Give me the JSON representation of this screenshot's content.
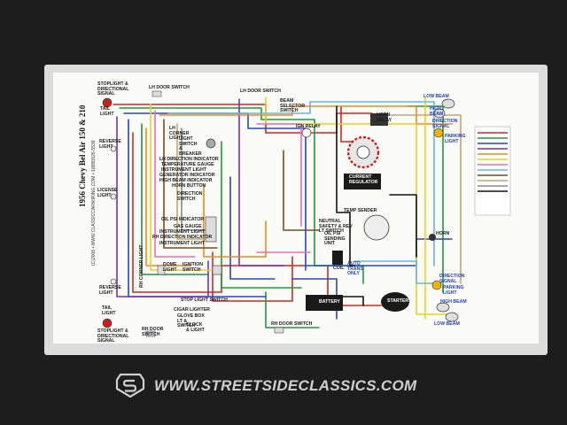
{
  "diagram": {
    "title": "1956 Chevy Bel Air 150 & 210",
    "subtitle": "(C)2008 • WWW.CLASSICCARWIRING.COM • 1(888)526-5539",
    "labels": {
      "stoplight_directional_top": "STOPLIGHT & DIRECTIONAL SIGNAL",
      "tail_light_top": "TAIL LIGHT",
      "lh_door_switch": "LH DOOR SWITCH",
      "lh_door_switch_2": "LH DOOR SWITCH",
      "beam_selector_switch": "BEAM SELECTOR SWITCH",
      "low_beam_top": "LOW BEAM",
      "high_beam_top": "HIGH BEAM",
      "direction_signal_top": "DIRECTION SIGNAL",
      "parking_light_top": "PARKING LIGHT",
      "lh_corner_light": "LH CORNER LIGHT",
      "light_switch": "LIGHT SWITCH & BREAKER",
      "ign_relay": "IGN RELAY",
      "horn_relay": "HORN RELAY",
      "reverse_light_top": "REVERSE LIGHT",
      "lh_direction_indicator": "LH DIRECTION INDICATOR",
      "temperature_gauge": "TEMPERATURE GAUGE",
      "instrument_light_1": "INSTRUMENT LIGHT",
      "generator_indicator": "GENERATOR INDICATOR",
      "high_beam_indicator": "HIGH BEAM INDICATOR",
      "horn_button": "HORN BUTTON",
      "current_regulator": "CURRENT REGULATOR",
      "license_light": "LICENSE LIGHT",
      "direction_switch": "DIRECTION SWITCH",
      "temp_sender": "TEMP SENDER",
      "neutral_safety": "NEUTRAL SAFETY & REV LT SWITCH",
      "oil_psi_indicator": "OIL PSI INDICATOR",
      "oil_psi_sending": "OIL PSI SENDING UNIT",
      "gas_gauge": "GAS GAUGE",
      "instrument_light_2": "INSTRUMENT LIGHT",
      "rh_direction_indicator": "RH DIRECTION INDICATOR",
      "instrument_light_3": "INSTRUMENT LIGHT",
      "horn": "HORN",
      "coil": "COIL",
      "ignition_switch": "IGNITION SWITCH",
      "dome_light": "DOME LIGHT",
      "auto_trans_only": "AUTO TRANS ONLY",
      "reverse_light_bottom": "REVERSE LIGHT",
      "direction_signal_bottom": "DIRECTION SIGNAL",
      "parking_light_bottom": "PARKING LIGHT",
      "battery": "BATTERY",
      "starter": "STARTER",
      "high_beam_bottom": "HIGH BEAM",
      "low_beam_bottom": "LOW BEAM",
      "stop_light_switch": "STOP LIGHT SWITCH",
      "cigar_lighter": "CIGAR LIGHTER",
      "glove_box_light": "GLOVE BOX LT & SWITCH",
      "clock_light": "CLOCK & LIGHT",
      "tail_light_bottom": "TAIL LIGHT",
      "stoplight_directional_bottom": "STOPLIGHT & DIRECTIONAL SIGNAL",
      "rh_door_switch": "RH DOOR SWITCH",
      "rh_door_switch_2": "RH DOOR SWITCH",
      "rh_corner_light": "RH CORNER LIGHT"
    }
  },
  "footer": {
    "website": "WWW.STREETSIDECLASSICS.COM"
  },
  "colors": {
    "background": "#1d1d1d",
    "poster": "#fbfbf8",
    "wire_red": "#d42525",
    "wire_green": "#1c9a3a",
    "wire_blue": "#2447c8",
    "wire_purple": "#7a2fb0",
    "wire_orange": "#f08a1a",
    "wire_yellow": "#e9d31c",
    "wire_brown": "#7a4a22",
    "wire_black": "#111111",
    "wire_pink": "#ee6fb0",
    "wire_lightblue": "#63b7e8",
    "wire_tan": "#c9a46a",
    "wire_gray": "#8a8a8a"
  }
}
